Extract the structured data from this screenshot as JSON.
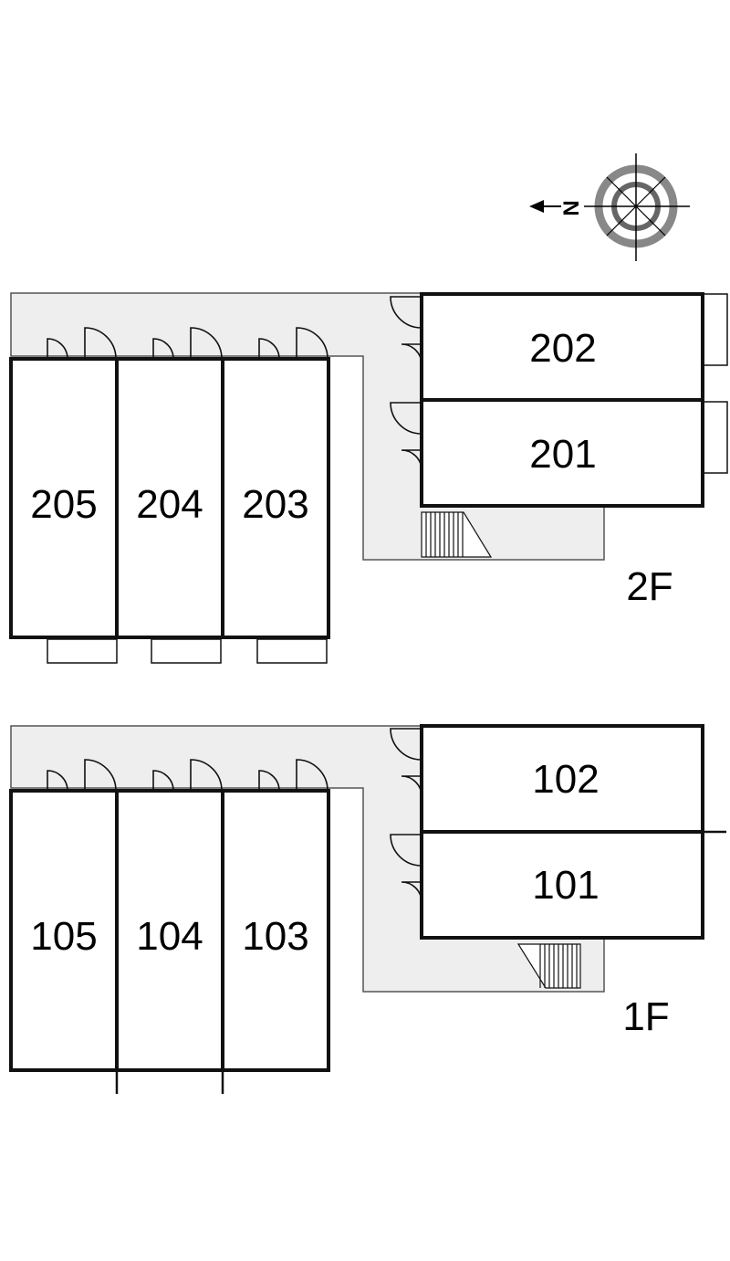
{
  "compass": {
    "north_letter": "N"
  },
  "floors": [
    {
      "label": "2F",
      "units": [
        {
          "number": "205"
        },
        {
          "number": "204"
        },
        {
          "number": "203"
        },
        {
          "number": "202"
        },
        {
          "number": "201"
        }
      ]
    },
    {
      "label": "1F",
      "units": [
        {
          "number": "105"
        },
        {
          "number": "104"
        },
        {
          "number": "103"
        },
        {
          "number": "102"
        },
        {
          "number": "101"
        }
      ]
    }
  ]
}
